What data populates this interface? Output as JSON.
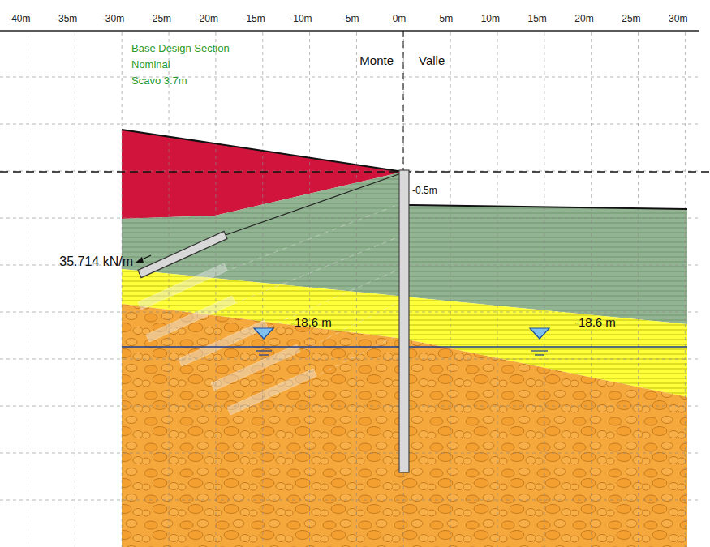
{
  "diagram": {
    "labels": [
      "-40m",
      "-35m",
      "-30m",
      "-25m",
      "-20m",
      "-15m",
      "-10m",
      "-5m",
      "0m",
      "5m",
      "10m",
      "15m",
      "20m",
      "25m",
      "30m",
      "Base Design Section",
      "Nominal",
      "Scavo 3.7m",
      "Monte",
      "Valle",
      "-0.5m",
      "35.714 kN/m",
      "-18.6 m",
      "-18.6 m"
    ]
  }
}
